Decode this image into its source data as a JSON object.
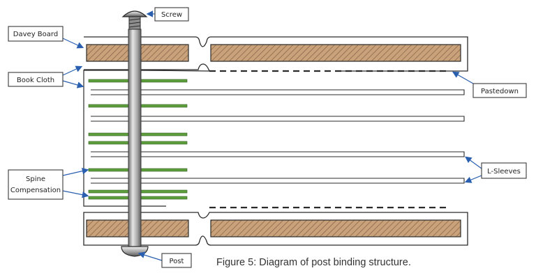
{
  "diagram": {
    "labels": {
      "screw": "Screw",
      "davey_board": "Davey Board",
      "book_cloth": "Book Cloth",
      "pastedown": "Pastedown",
      "spine_compensation_line1": "Spine",
      "spine_compensation_line2": "Compensation",
      "l_sleeves": "L-Sleeves",
      "post": "Post"
    },
    "caption": "Figure 5: Diagram of post binding structure."
  },
  "colors": {
    "board_fill": "#c79f78",
    "board_hatch": "#8c6a4a",
    "compensation_green": "#5a9a3a",
    "post_metal": "#a8a8a8",
    "leader_blue": "#2a5fb0",
    "outline": "#2a2a2a"
  }
}
